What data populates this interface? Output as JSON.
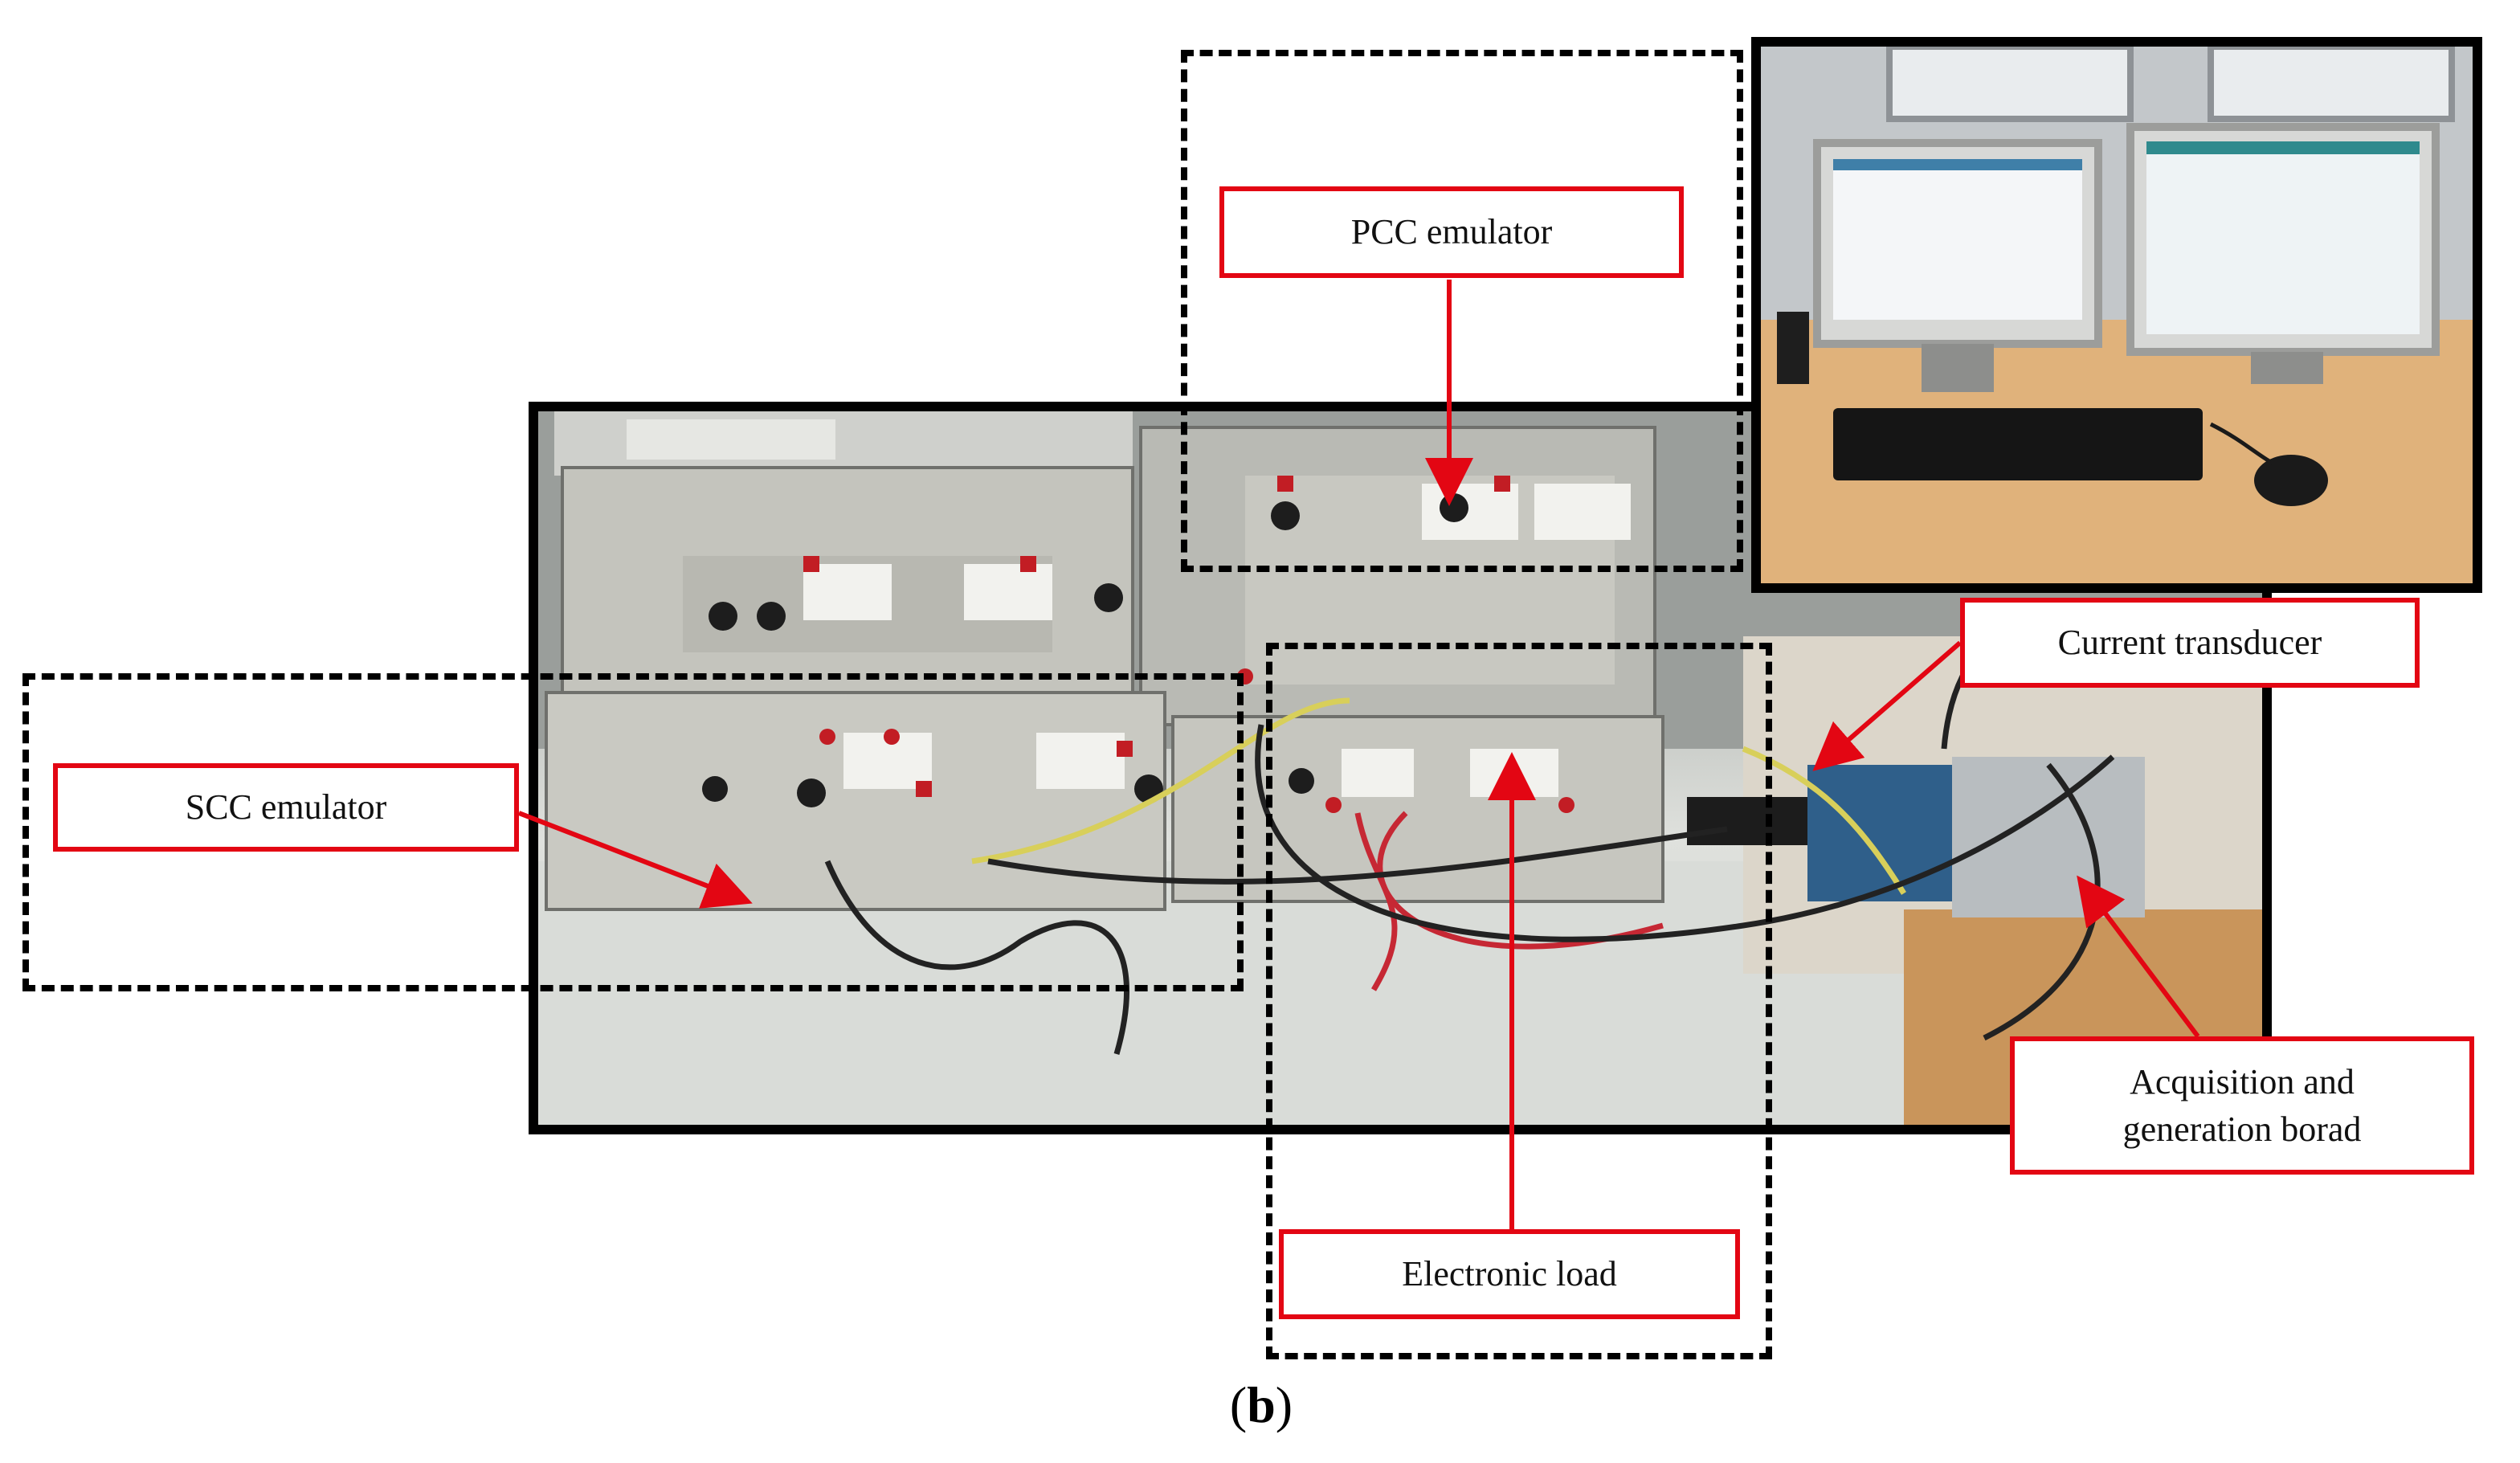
{
  "labels": {
    "pcc_emulator": "PCC emulator",
    "scc_emulator": "SCC emulator",
    "current_transducer": "Current transducer",
    "acquisition_board": "Acquisition and\ngeneration borad",
    "electronic_load": "Electronic load"
  },
  "caption": {
    "open": "(",
    "letter": "b",
    "close": ")"
  },
  "colors": {
    "callout_border": "#e30613",
    "arrow": "#e30613",
    "frame": "#000000"
  }
}
